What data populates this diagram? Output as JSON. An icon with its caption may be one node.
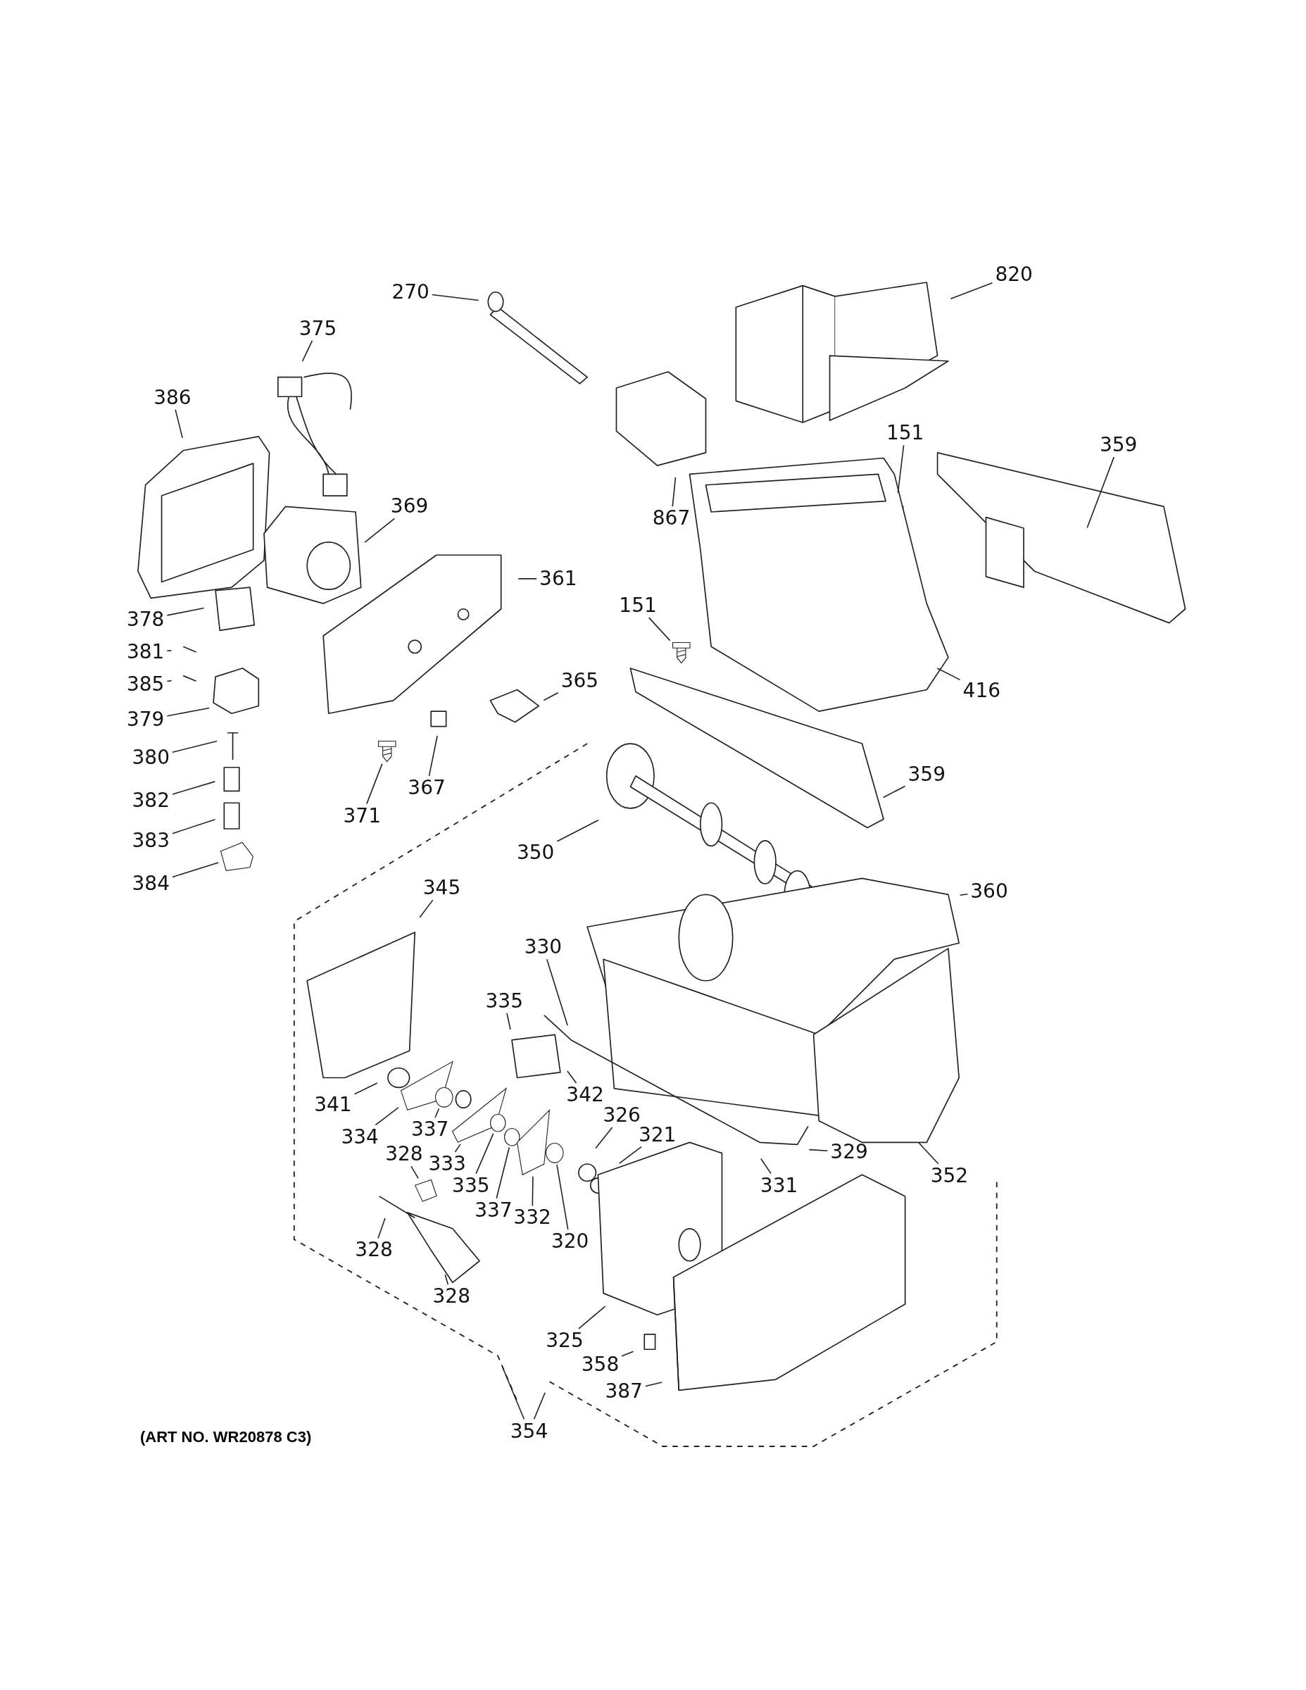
{
  "diagram": {
    "nodes": [
      {
        "text": [
          "270"
        ]
      },
      {
        "text": [
          "375"
        ]
      },
      {
        "text": [
          "820"
        ]
      },
      {
        "text": [
          "386"
        ]
      },
      {
        "text": [
          "151"
        ]
      },
      {
        "text": [
          "359"
        ]
      },
      {
        "text": [
          "369"
        ]
      },
      {
        "text": [
          "867"
        ]
      },
      {
        "text": [
          "361"
        ]
      },
      {
        "text": [
          "151"
        ]
      },
      {
        "text": [
          "378"
        ]
      },
      {
        "text": [
          "381"
        ]
      },
      {
        "text": [
          "385"
        ]
      },
      {
        "text": [
          "379"
        ]
      },
      {
        "text": [
          "365"
        ]
      },
      {
        "text": [
          "416"
        ]
      },
      {
        "text": [
          "380"
        ]
      },
      {
        "text": [
          "367"
        ]
      },
      {
        "text": [
          "359"
        ]
      },
      {
        "text": [
          "371"
        ]
      },
      {
        "text": [
          "382"
        ]
      },
      {
        "text": [
          "383"
        ]
      },
      {
        "text": [
          "350"
        ]
      },
      {
        "text": [
          "384"
        ]
      },
      {
        "text": [
          "345"
        ]
      },
      {
        "text": [
          "360"
        ]
      },
      {
        "text": [
          "330"
        ]
      },
      {
        "text": [
          "335"
        ]
      },
      {
        "text": [
          "341"
        ]
      },
      {
        "text": [
          "342"
        ]
      },
      {
        "text": [
          "334"
        ]
      },
      {
        "text": [
          "337"
        ]
      },
      {
        "text": [
          "326"
        ]
      },
      {
        "text": [
          "333"
        ]
      },
      {
        "text": [
          "321"
        ]
      },
      {
        "text": [
          "328"
        ]
      },
      {
        "text": [
          "329"
        ]
      },
      {
        "text": [
          "335"
        ]
      },
      {
        "text": [
          "337"
        ]
      },
      {
        "text": [
          "332"
        ]
      },
      {
        "text": [
          "331"
        ]
      },
      {
        "text": [
          "352"
        ]
      },
      {
        "text": [
          "320"
        ]
      },
      {
        "text": [
          "328"
        ]
      },
      {
        "text": [
          "328"
        ]
      },
      {
        "text": [
          "325"
        ]
      },
      {
        "text": [
          "358"
        ]
      },
      {
        "text": [
          "387"
        ]
      },
      {
        "text": [
          "354"
        ]
      },
      {
        "text": [],
        "shape": "picture"
      },
      {
        "text": [],
        "shape": "picture"
      },
      {
        "text": [],
        "shape": "circle"
      },
      {
        "text": [],
        "shape": "picture"
      },
      {
        "text": [],
        "shape": "picture"
      },
      {
        "text": [],
        "shape": "circle"
      },
      {
        "text": [],
        "shape": "circle"
      },
      {
        "text": [],
        "shape": "picture"
      },
      {
        "text": [],
        "shape": "picture"
      },
      {
        "text": [],
        "shape": "picture"
      },
      {
        "text": [],
        "shape": "circle"
      }
    ],
    "edges": [
      {
        "from": 0,
        "to": null,
        "arrow": "none"
      },
      {
        "from": 1,
        "to": null,
        "arrow": "none"
      },
      {
        "from": 2,
        "to": null,
        "arrow": "none"
      },
      {
        "from": 3,
        "to": null,
        "arrow": "none"
      },
      {
        "from": 4,
        "to": null,
        "arrow": "none"
      },
      {
        "from": 5,
        "to": null,
        "arrow": "none"
      },
      {
        "from": 6,
        "to": null,
        "arrow": "none"
      },
      {
        "from": 7,
        "to": null,
        "arrow": "none"
      },
      {
        "from": 8,
        "to": null,
        "arrow": "none"
      },
      {
        "from": 9,
        "to": 57,
        "arrow": "none"
      },
      {
        "from": 10,
        "to": null,
        "arrow": "none"
      },
      {
        "from": 11,
        "to": null,
        "arrow": "none"
      },
      {
        "from": 12,
        "to": null,
        "arrow": "none"
      },
      {
        "from": 13,
        "to": null,
        "arrow": "none"
      },
      {
        "from": 14,
        "to": null,
        "arrow": "none"
      },
      {
        "from": 15,
        "to": null,
        "arrow": "none"
      },
      {
        "from": 16,
        "to": null,
        "arrow": "none"
      },
      {
        "from": 17,
        "to": null,
        "arrow": "none"
      },
      {
        "from": 18,
        "to": null,
        "arrow": "none"
      },
      {
        "from": 19,
        "to": 49,
        "arrow": "none"
      },
      {
        "from": 20,
        "to": null,
        "arrow": "none"
      },
      {
        "from": 21,
        "to": null,
        "arrow": "none"
      },
      {
        "from": 22,
        "to": null,
        "arrow": "none"
      },
      {
        "from": 23,
        "to": 58,
        "arrow": "none"
      },
      {
        "from": 24,
        "to": null,
        "arrow": "none"
      },
      {
        "from": 25,
        "to": null,
        "arrow": "none"
      },
      {
        "from": 26,
        "to": null,
        "arrow": "none"
      },
      {
        "from": 27,
        "to": null,
        "arrow": "none"
      },
      {
        "from": 28,
        "to": null,
        "arrow": "none"
      },
      {
        "from": 29,
        "to": null,
        "arrow": "none"
      },
      {
        "from": 30,
        "to": 50,
        "arrow": "none"
      },
      {
        "from": 31,
        "to": 51,
        "arrow": "none"
      },
      {
        "from": 32,
        "to": null,
        "arrow": "none"
      },
      {
        "from": 33,
        "to": 52,
        "arrow": "none"
      },
      {
        "from": 34,
        "to": null,
        "arrow": "none"
      },
      {
        "from": 35,
        "to": 53,
        "arrow": "none"
      },
      {
        "from": 36,
        "to": null,
        "arrow": "none"
      },
      {
        "from": 37,
        "to": 54,
        "arrow": "none"
      },
      {
        "from": 38,
        "to": 55,
        "arrow": "none"
      },
      {
        "from": 39,
        "to": 56,
        "arrow": "none"
      },
      {
        "from": 40,
        "to": null,
        "arrow": "none"
      },
      {
        "from": 41,
        "to": null,
        "arrow": "none"
      },
      {
        "from": 42,
        "to": 59,
        "arrow": "none"
      },
      {
        "from": 43,
        "to": null,
        "arrow": "none"
      },
      {
        "from": 44,
        "to": null,
        "arrow": "none"
      },
      {
        "from": 45,
        "to": null,
        "arrow": "none"
      },
      {
        "from": 46,
        "to": null,
        "arrow": "none"
      },
      {
        "from": 47,
        "to": null,
        "arrow": "none"
      },
      {
        "from": 48,
        "to": null,
        "arrow": "none"
      },
      {
        "from": 48,
        "to": null,
        "arrow": "none"
      }
    ],
    "labels": [
      "(ART NO. WR20878 C3)"
    ]
  }
}
